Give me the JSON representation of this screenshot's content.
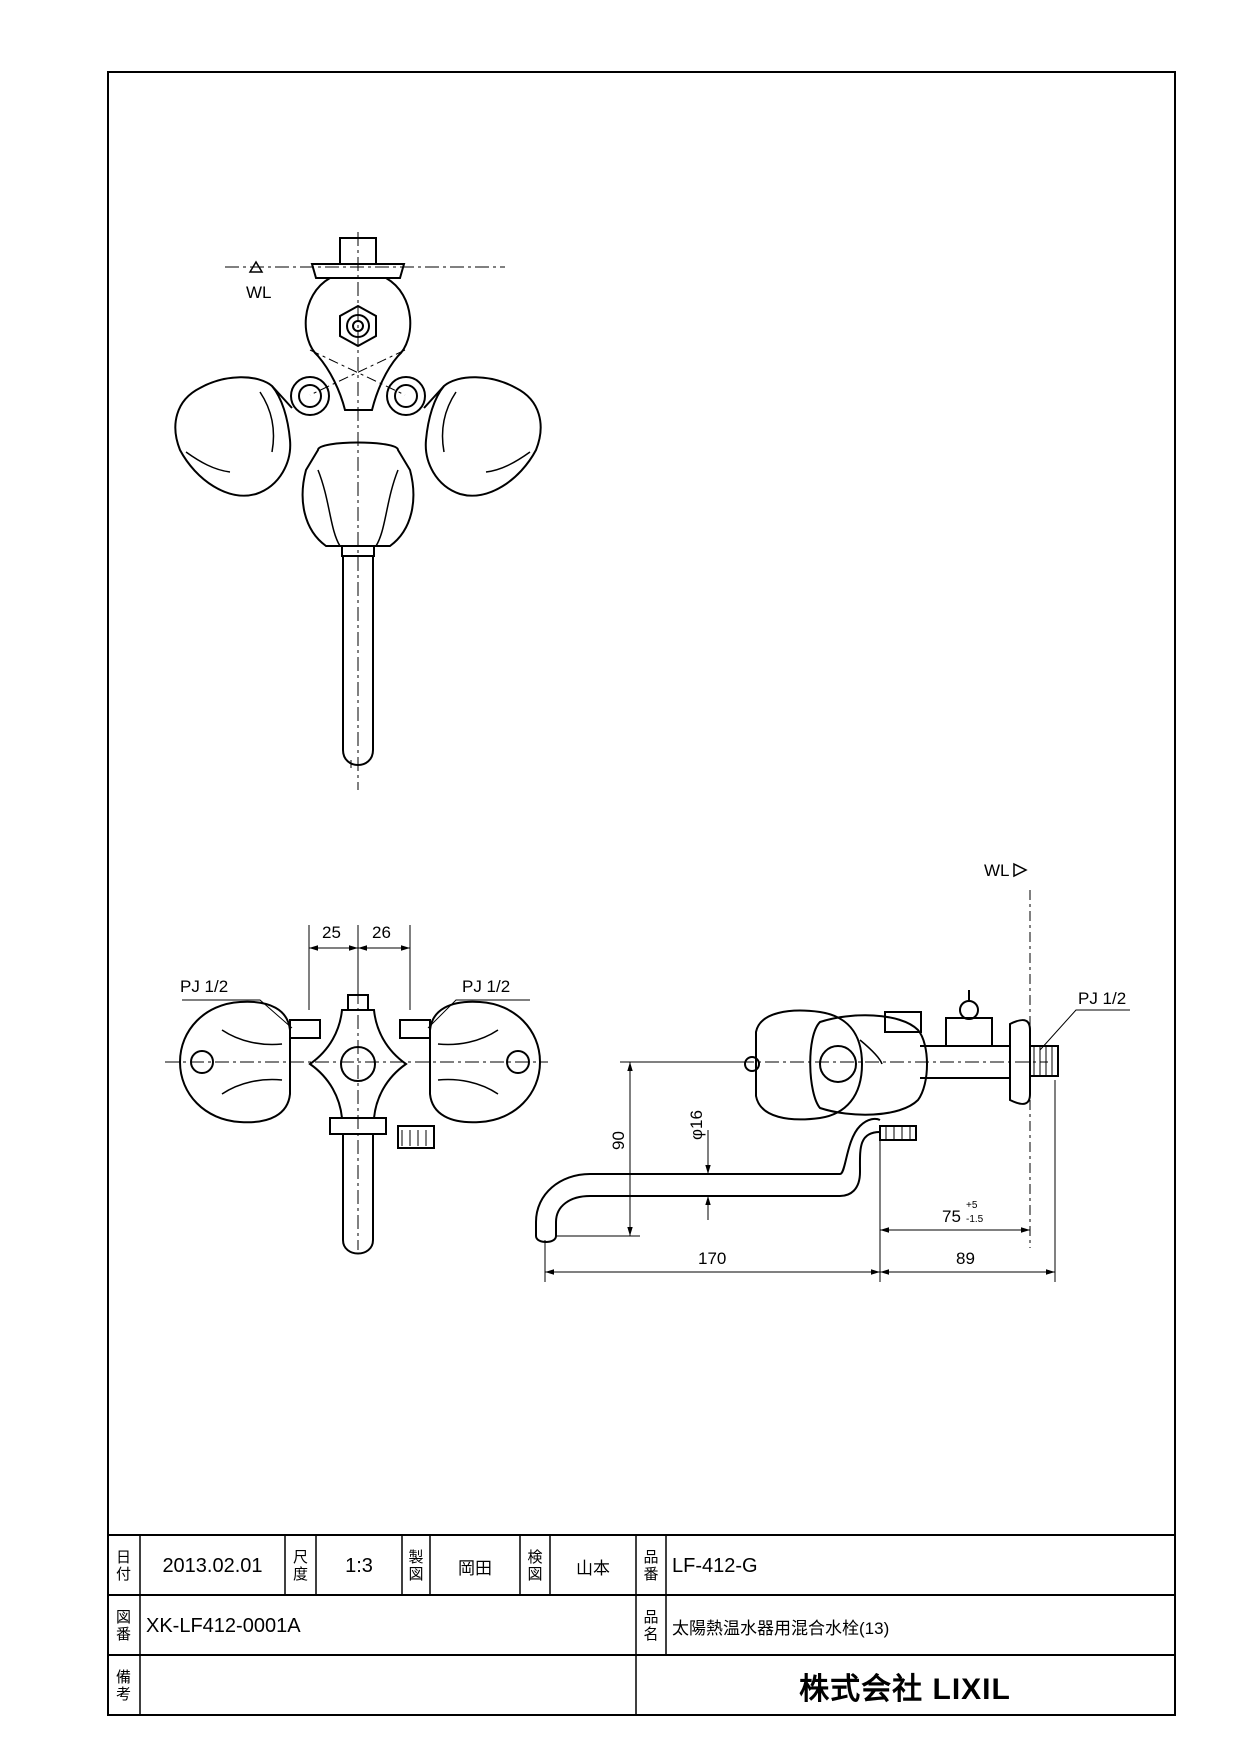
{
  "drawing": {
    "wl_top": "WL",
    "wl_side": "WL",
    "thread_left": "PJ 1/2",
    "thread_right": "PJ 1/2",
    "thread_side": "PJ 1/2",
    "dim_25": "25",
    "dim_26": "26",
    "dim_90": "90",
    "dim_pipe_dia": "φ16",
    "dim_75": "75",
    "dim_75_tol_plus": "+5",
    "dim_75_tol_minus": "-1.5",
    "dim_170": "170",
    "dim_89": "89"
  },
  "title_block": {
    "date_label_1": "日",
    "date_label_2": "付",
    "date": "2013.02.01",
    "scale_label_1": "尺",
    "scale_label_2": "度",
    "scale": "1:3",
    "drawn_label_1": "製",
    "drawn_label_2": "図",
    "drawn_by": "岡田",
    "checked_label_1": "検",
    "checked_label_2": "図",
    "checked_by": "山本",
    "part_no_label_1": "品",
    "part_no_label_2": "番",
    "part_no": "LF-412-G",
    "drawing_no_label_1": "図",
    "drawing_no_label_2": "番",
    "drawing_no": "XK-LF412-0001A",
    "product_label_1": "品",
    "product_label_2": "名",
    "product_name": "太陽熱温水器用混合水栓(13)",
    "remarks_label_1": "備",
    "remarks_label_2": "考",
    "company": "株式会社 LIXIL"
  }
}
